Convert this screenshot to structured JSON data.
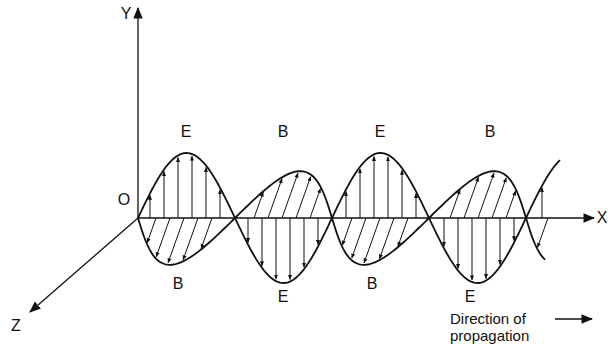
{
  "diagram": {
    "labels": [
      "Y",
      "E",
      "B",
      "E",
      "B",
      "O",
      "X",
      "B",
      "E",
      "B",
      "E",
      "Z",
      "Direction of propagation"
    ]
  }
}
